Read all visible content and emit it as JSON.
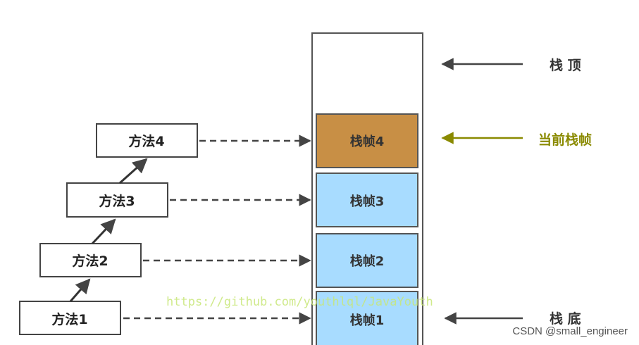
{
  "methods": [
    "方法4",
    "方法3",
    "方法2",
    "方法1"
  ],
  "frames": [
    "栈帧4",
    "栈帧3",
    "栈帧2",
    "栈帧1"
  ],
  "labels": {
    "top": "栈 顶",
    "current": "当前栈帧",
    "bottom": "栈 底"
  },
  "watermark": "https://github.com/youthlql/JavaYouth",
  "credit": "CSDN @small_engineer",
  "colors": {
    "current_frame": "#c88f45",
    "frame": "#a8dcff",
    "current_label": "#8a8a00",
    "arrow": "#444444",
    "watermark": "#c8e678",
    "stack_border": "#555555"
  }
}
